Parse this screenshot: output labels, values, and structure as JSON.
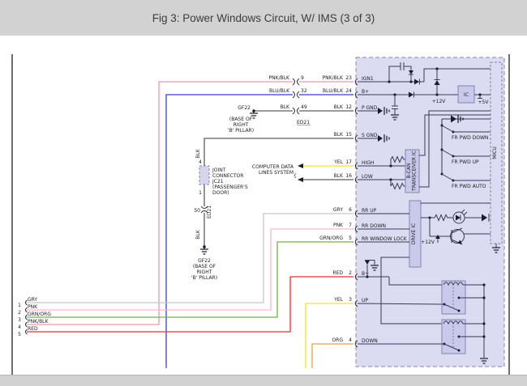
{
  "header": {
    "title": "Fig 3: Power Windows Circuit, W/ IMS (3 of 3)"
  },
  "colors": {
    "module_fill": "#dbdbf2",
    "inner_box_fill": "#c9c9ec",
    "header_bg": "#d2d2d2",
    "pnk_blk": "#ef96ae",
    "blu_blk": "#3b3fcf",
    "blk": "#5d5d5d",
    "yel": "#f5e50e",
    "gry": "#c7c7c7",
    "pnk": "#f8b6ca",
    "grn_org": "#74b04a",
    "red": "#ee2e2e",
    "org": "#f59a41"
  },
  "pins": [
    {
      "wire": "PNK/BLK",
      "num": "23",
      "label": "IGN1"
    },
    {
      "wire": "BLU/BLK",
      "num": "24",
      "label": "B+"
    },
    {
      "wire": "BLK",
      "num": "12",
      "label": "P GND"
    },
    {
      "wire": "BLK",
      "num": "15",
      "label": "S GND"
    },
    {
      "wire": "YEL",
      "num": "17",
      "label": "HIGH"
    },
    {
      "wire": "BLK",
      "num": "16",
      "label": "LOW"
    },
    {
      "wire": "GRY",
      "num": "6",
      "label": "RR UP"
    },
    {
      "wire": "PNK",
      "num": "7",
      "label": "RR DOWN"
    },
    {
      "wire": "GRN/ORG",
      "num": "5",
      "label": "RR WINDOW LOCK"
    },
    {
      "wire": "RED",
      "num": "2",
      "label": "B+"
    },
    {
      "wire": "YEL",
      "num": "3",
      "label": "UP"
    },
    {
      "wire": "ORG",
      "num": "4",
      "label": "DOWN"
    }
  ],
  "inline_conn": {
    "name": "ED21",
    "items": [
      {
        "wire": "PNK/BLK",
        "num": "9"
      },
      {
        "wire": "BLU/BLK",
        "num": "32"
      },
      {
        "wire": "BLK",
        "num": "49"
      }
    ]
  },
  "joint": {
    "l1": "JOINT",
    "l2": "CONNECTOR",
    "l3": "JC21",
    "l4": "(PASSENGER'S",
    "l5": "DOOR)",
    "top_pin": "4",
    "bot_pin": "1",
    "wire_top": "BLK",
    "wire_bot": "BLK",
    "pass_pin": "50",
    "pass_conn": "ED21"
  },
  "gnd_top": {
    "name": "GF22",
    "a": "(BASE OF",
    "b": "RIGHT",
    "c": "'B' PILLAR)"
  },
  "gnd_bot": {
    "name": "GF22",
    "a": "(BASE OF",
    "b": "RIGHT",
    "c": "'B' PILLAR)"
  },
  "datalines": {
    "a": "COMPUTER DATA",
    "b": "LINES SYSTEM",
    "brace": "{"
  },
  "left_wires": [
    {
      "n": "1",
      "c": "GRY"
    },
    {
      "n": "2",
      "c": "PNK"
    },
    {
      "n": "3",
      "c": "GRN/ORG"
    },
    {
      "n": "4",
      "c": "PNK/BLK"
    },
    {
      "n": "5",
      "c": "RED"
    }
  ],
  "mod": {
    "micu": "MICU",
    "ic": "IC",
    "v12": "+12V",
    "v5": "+5V",
    "v12b": "+12V",
    "bcan1": "B-CAN",
    "bcan2": "TRANSCEIVER IC",
    "drive": "DRIVE IC",
    "sw1": "FR PWD DOWN",
    "sw2": "FR PWD UP",
    "sw3": "FR PWD AUTO"
  }
}
